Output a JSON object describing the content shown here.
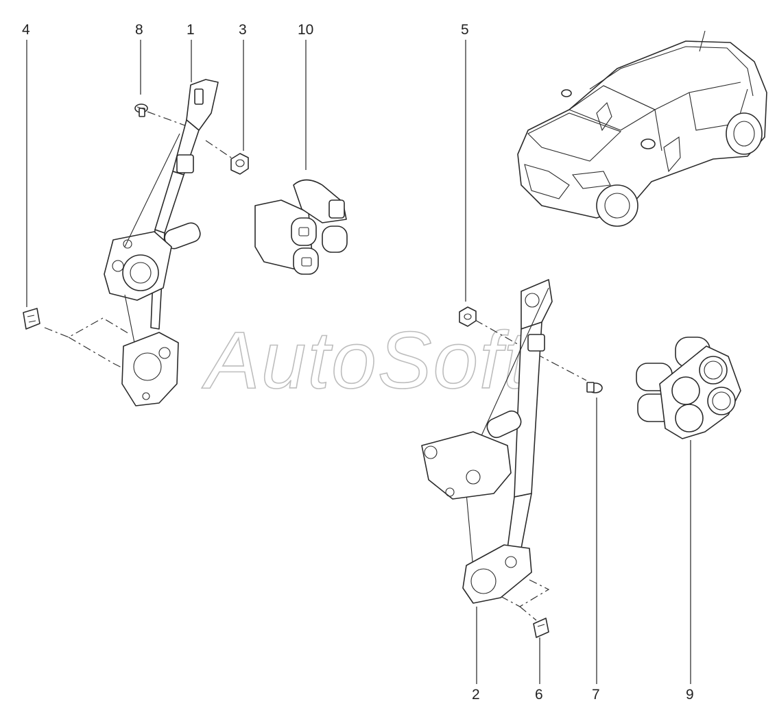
{
  "callouts": {
    "c1": "1",
    "c2": "2",
    "c3": "3",
    "c4": "4",
    "c5": "5",
    "c6": "6",
    "c7": "7",
    "c8": "8",
    "c9": "9",
    "c10": "10"
  },
  "watermark": {
    "text": "AutoSoft"
  },
  "colors": {
    "line": "#2a2a2a",
    "watermark": "#bdbdbd",
    "background": "#ffffff"
  }
}
